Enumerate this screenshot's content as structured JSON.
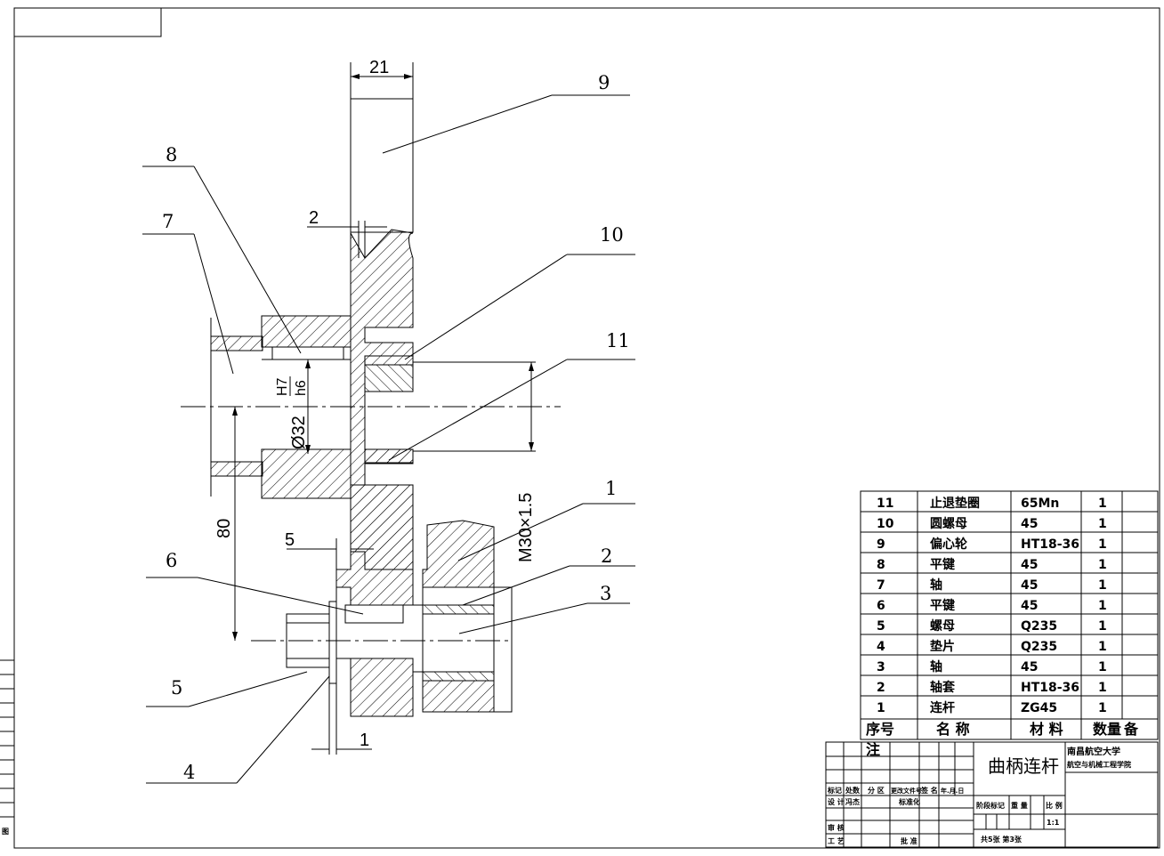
{
  "callouts": [
    "1",
    "2",
    "3",
    "4",
    "5",
    "6",
    "7",
    "8",
    "9",
    "10",
    "11"
  ],
  "dimensions": {
    "width_21": "21",
    "gap_2": "2",
    "offset_5": "5",
    "thickness_1": "1",
    "center_80": "80",
    "bore_fit": "Ø32",
    "fit_hole": "H7",
    "fit_shaft": "h6",
    "thread": "M30×1.5"
  },
  "parts_list": {
    "rows": [
      {
        "no": "11",
        "name": "止退垫圈",
        "material": "65Mn",
        "qty": "1"
      },
      {
        "no": "10",
        "name": "圆螺母",
        "material": "45",
        "qty": "1"
      },
      {
        "no": "9",
        "name": "偏心轮",
        "material": "HT18-36",
        "qty": "1"
      },
      {
        "no": "8",
        "name": "平键",
        "material": "45",
        "qty": "1"
      },
      {
        "no": "7",
        "name": "轴",
        "material": "45",
        "qty": "1"
      },
      {
        "no": "6",
        "name": "平键",
        "material": "45",
        "qty": "1"
      },
      {
        "no": "5",
        "name": "螺母",
        "material": "Q235",
        "qty": "1"
      },
      {
        "no": "4",
        "name": "垫片",
        "material": "Q235",
        "qty": "1"
      },
      {
        "no": "3",
        "name": "轴",
        "material": "45",
        "qty": "1"
      },
      {
        "no": "2",
        "name": "轴套",
        "material": "HT18-36",
        "qty": "1"
      },
      {
        "no": "1",
        "name": "连杆",
        "material": "ZG45",
        "qty": "1"
      }
    ],
    "header": {
      "no": "序号",
      "name": "名  称",
      "material": "材  料",
      "qty": "数量",
      "remark_a": "备",
      "remark_b": "注"
    }
  },
  "title_block": {
    "drawing_title": "曲柄连杆",
    "school": "南昌航空大学",
    "college": "航空与机械工程学院",
    "headers": [
      "标记",
      "处数",
      "分 区",
      "更改文件号",
      "签 名",
      "年.月.日"
    ],
    "design_label": "设 计",
    "designer": "冯杰",
    "standard_label": "标准化",
    "stage_label": "阶段标记",
    "weight_label": "重 量",
    "scale_label": "比 例",
    "scale_value": "1:1",
    "review_label": "审 核",
    "process_label": "工 艺",
    "approve_label": "批 准",
    "sheets": "共5张  第3张"
  },
  "left_margin_mark": "图"
}
